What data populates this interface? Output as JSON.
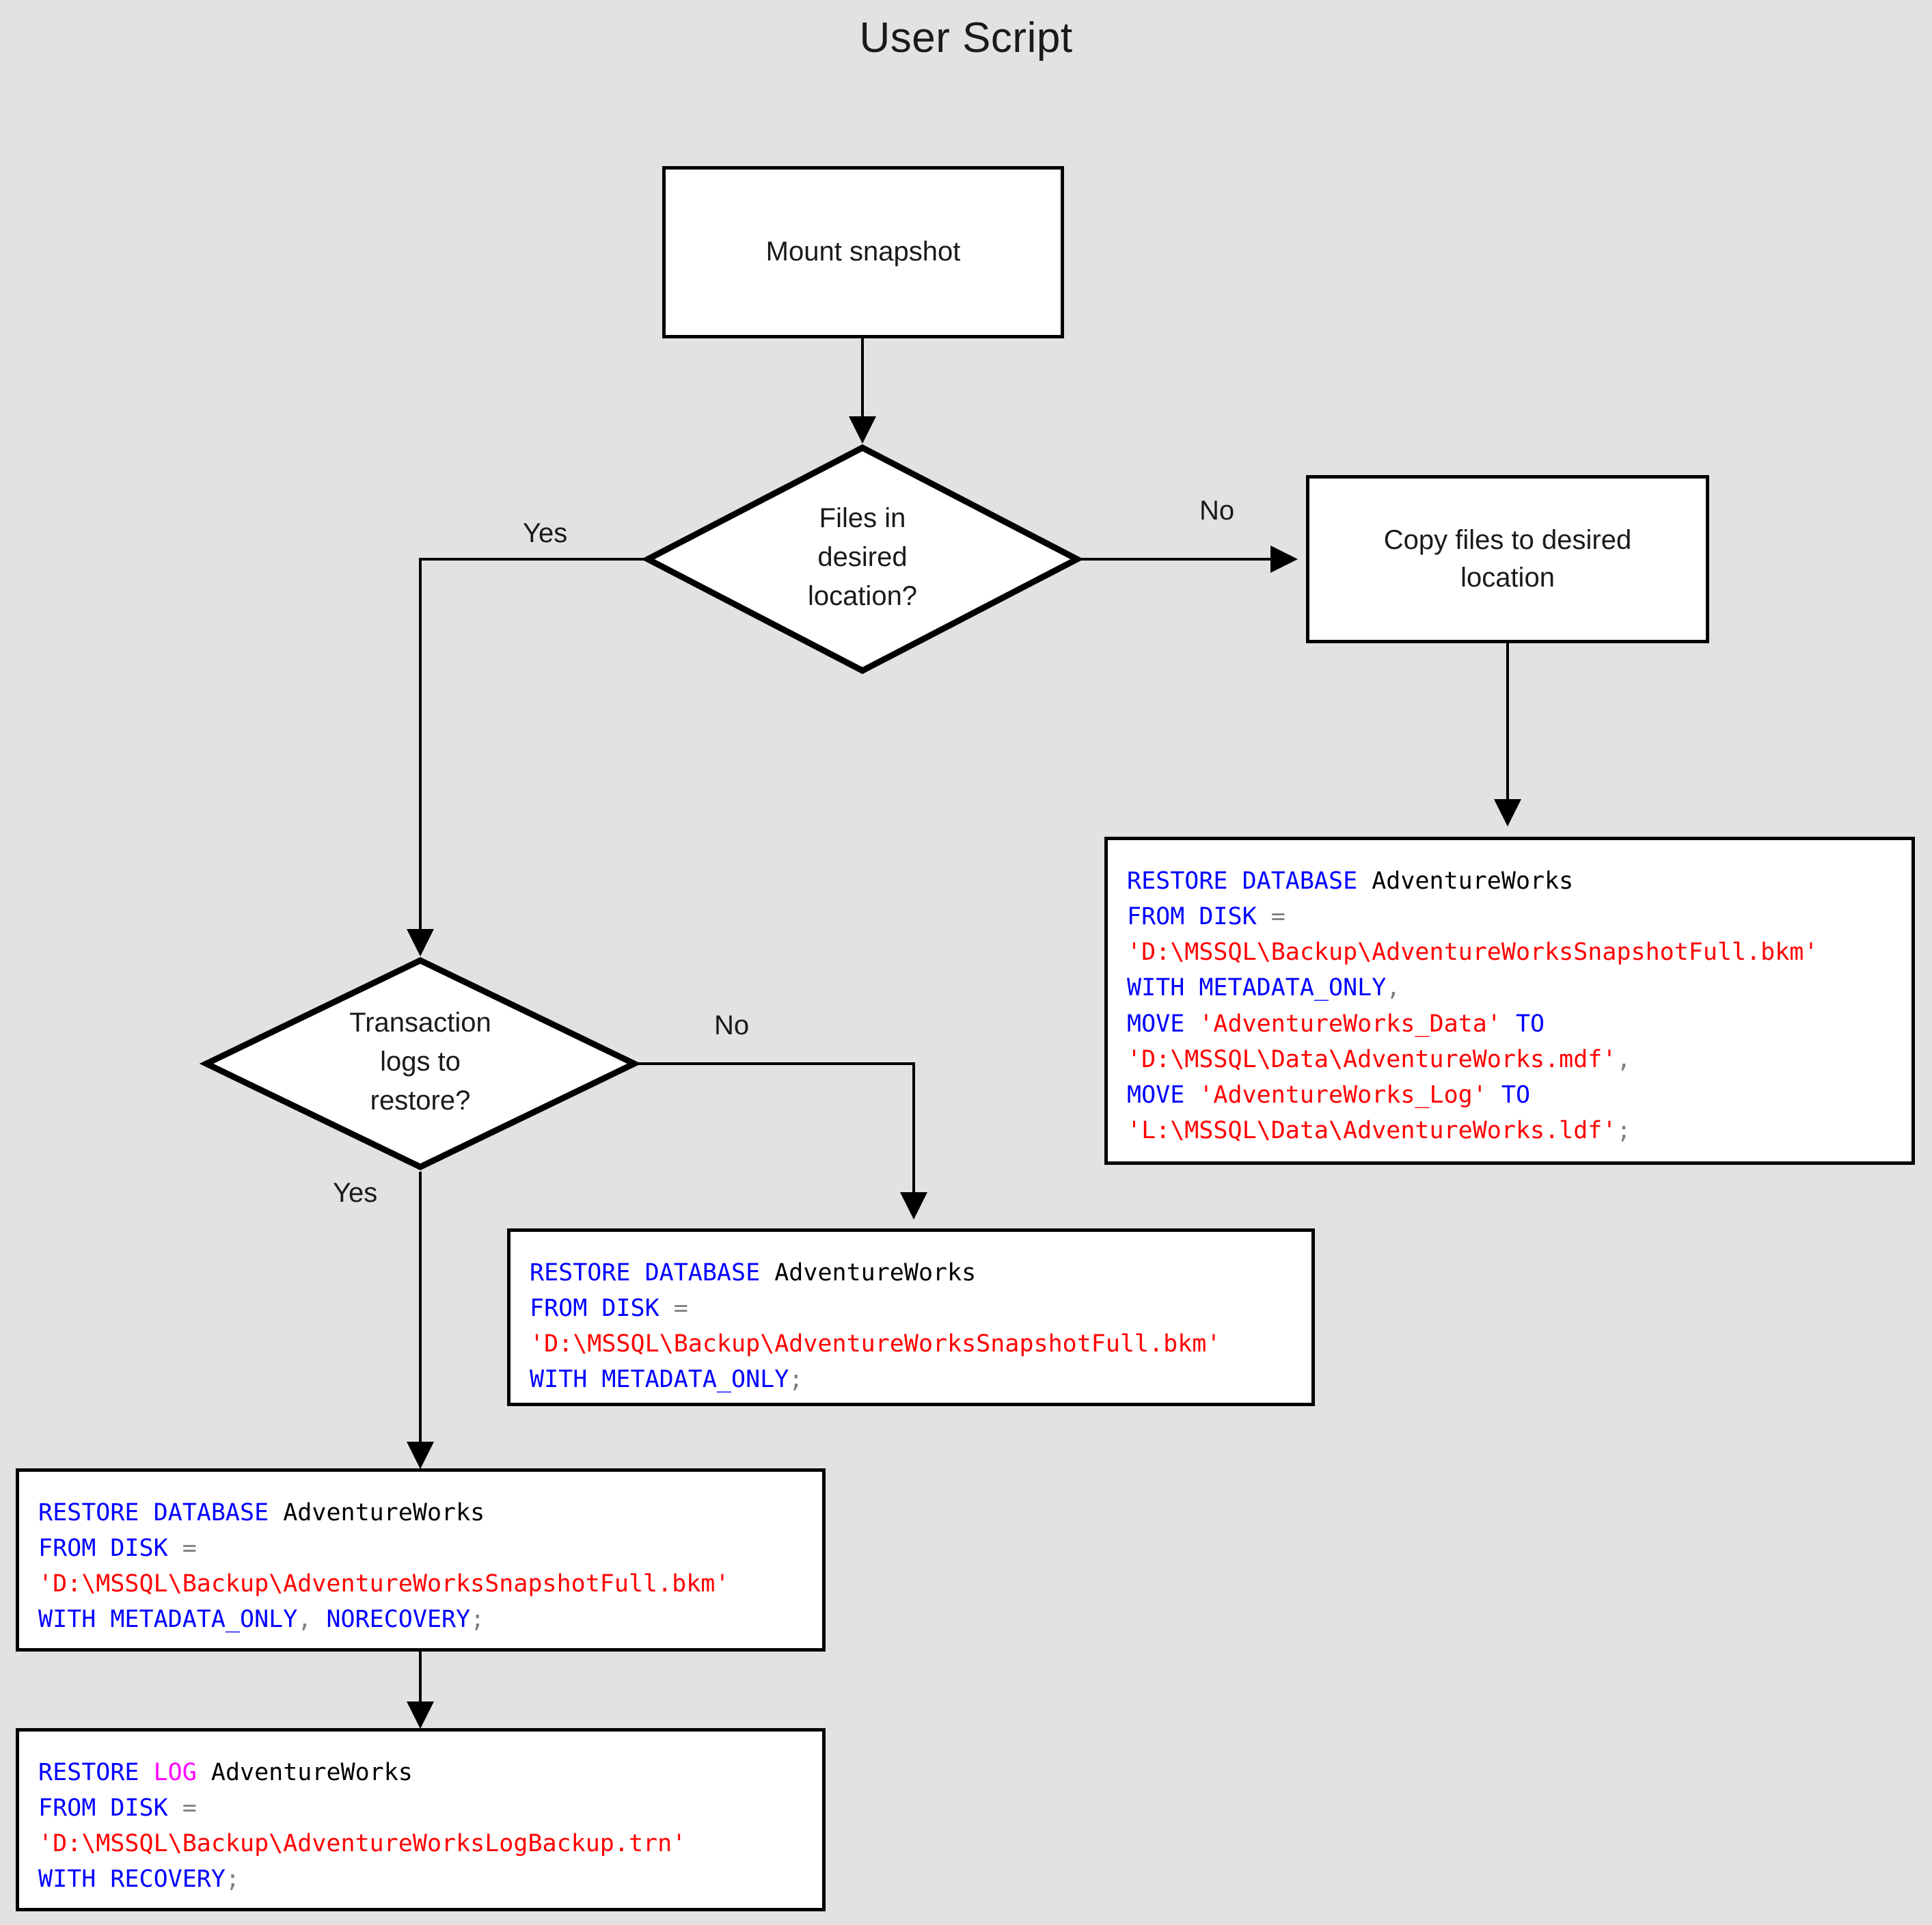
{
  "title": "User Script",
  "colors": {
    "background": "#e2e2e2",
    "node_fill": "#ffffff",
    "node_stroke": "#000000",
    "keyword": "#0000ff",
    "keyword_alt": "#ff00ff",
    "string": "#ff0000",
    "punctuation": "#808080",
    "identifier": "#000000"
  },
  "nodes": {
    "mount_snapshot": {
      "label": "Mount snapshot"
    },
    "files_in_location": {
      "label": "Files in\ndesired\nlocation?"
    },
    "copy_files": {
      "label": "Copy files to desired\nlocation"
    },
    "logs_to_restore": {
      "label": "Transaction\nlogs to\nrestore?"
    }
  },
  "edge_labels": {
    "files_yes": "Yes",
    "files_no": "No",
    "logs_no": "No",
    "logs_yes": "Yes"
  },
  "code_blocks": {
    "restore_with_move": {
      "lines": [
        [
          {
            "t": "RESTORE DATABASE ",
            "c": "kw"
          },
          {
            "t": "AdventureWorks",
            "c": "idn"
          }
        ],
        [
          {
            "t": "FROM DISK ",
            "c": "kw"
          },
          {
            "t": "=",
            "c": "pun"
          }
        ],
        [
          {
            "t": "'D:\\MSSQL\\Backup\\AdventureWorksSnapshotFull.bkm'",
            "c": "str"
          }
        ],
        [
          {
            "t": "WITH METADATA_ONLY",
            "c": "kw"
          },
          {
            "t": ",",
            "c": "pun"
          }
        ],
        [
          {
            "t": "MOVE ",
            "c": "kw"
          },
          {
            "t": "'AdventureWorks_Data'",
            "c": "str"
          },
          {
            "t": " TO",
            "c": "kw"
          }
        ],
        [
          {
            "t": "'D:\\MSSQL\\Data\\AdventureWorks.mdf'",
            "c": "str"
          },
          {
            "t": ",",
            "c": "pun"
          }
        ],
        [
          {
            "t": "MOVE ",
            "c": "kw"
          },
          {
            "t": "'AdventureWorks_Log'",
            "c": "str"
          },
          {
            "t": " TO",
            "c": "kw"
          }
        ],
        [
          {
            "t": "'L:\\MSSQL\\Data\\AdventureWorks.ldf'",
            "c": "str"
          },
          {
            "t": ";",
            "c": "pun"
          }
        ]
      ]
    },
    "restore_metadata_only": {
      "lines": [
        [
          {
            "t": "RESTORE DATABASE ",
            "c": "kw"
          },
          {
            "t": "AdventureWorks",
            "c": "idn"
          }
        ],
        [
          {
            "t": "FROM DISK ",
            "c": "kw"
          },
          {
            "t": "=",
            "c": "pun"
          }
        ],
        [
          {
            "t": "'D:\\MSSQL\\Backup\\AdventureWorksSnapshotFull.bkm'",
            "c": "str"
          }
        ],
        [
          {
            "t": "WITH METADATA_ONLY",
            "c": "kw"
          },
          {
            "t": ";",
            "c": "pun"
          }
        ]
      ]
    },
    "restore_norecovery": {
      "lines": [
        [
          {
            "t": "RESTORE DATABASE ",
            "c": "kw"
          },
          {
            "t": "AdventureWorks",
            "c": "idn"
          }
        ],
        [
          {
            "t": "FROM DISK ",
            "c": "kw"
          },
          {
            "t": "=",
            "c": "pun"
          }
        ],
        [
          {
            "t": "'D:\\MSSQL\\Backup\\AdventureWorksSnapshotFull.bkm'",
            "c": "str"
          }
        ],
        [
          {
            "t": "WITH METADATA_ONLY",
            "c": "kw"
          },
          {
            "t": ", ",
            "c": "pun"
          },
          {
            "t": "NORECOVERY",
            "c": "kw"
          },
          {
            "t": ";",
            "c": "pun"
          }
        ]
      ]
    },
    "restore_log": {
      "lines": [
        [
          {
            "t": "RESTORE ",
            "c": "kw"
          },
          {
            "t": "LOG",
            "c": "kw2"
          },
          {
            "t": " ",
            "c": "idn"
          },
          {
            "t": "AdventureWorks",
            "c": "idn"
          }
        ],
        [
          {
            "t": "FROM DISK ",
            "c": "kw"
          },
          {
            "t": "=",
            "c": "pun"
          }
        ],
        [
          {
            "t": "'D:\\MSSQL\\Backup\\AdventureWorksLogBackup.trn'",
            "c": "str"
          }
        ],
        [
          {
            "t": "WITH RECOVERY",
            "c": "kw"
          },
          {
            "t": ";",
            "c": "pun"
          }
        ]
      ]
    }
  }
}
